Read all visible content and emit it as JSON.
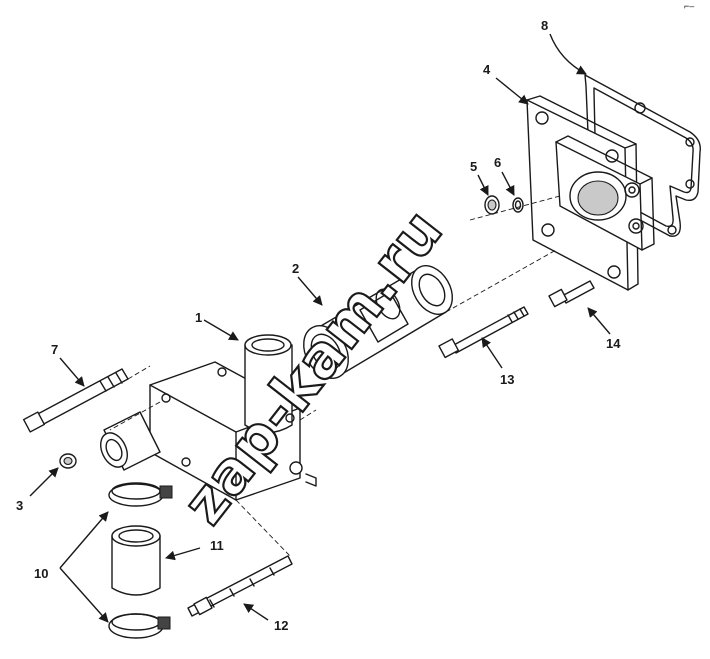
{
  "watermark": "zap-kam.ru",
  "corner_mark": "⌐–",
  "callouts": [
    {
      "id": "1",
      "text": "1"
    },
    {
      "id": "2",
      "text": "2"
    },
    {
      "id": "3",
      "text": "3"
    },
    {
      "id": "4",
      "text": "4"
    },
    {
      "id": "5",
      "text": "5"
    },
    {
      "id": "6",
      "text": "6"
    },
    {
      "id": "7",
      "text": "7"
    },
    {
      "id": "8",
      "text": "8"
    },
    {
      "id": "10",
      "text": "10"
    },
    {
      "id": "11",
      "text": "11"
    },
    {
      "id": "12",
      "text": "12"
    },
    {
      "id": "13",
      "text": "13"
    },
    {
      "id": "14",
      "text": "14"
    }
  ]
}
